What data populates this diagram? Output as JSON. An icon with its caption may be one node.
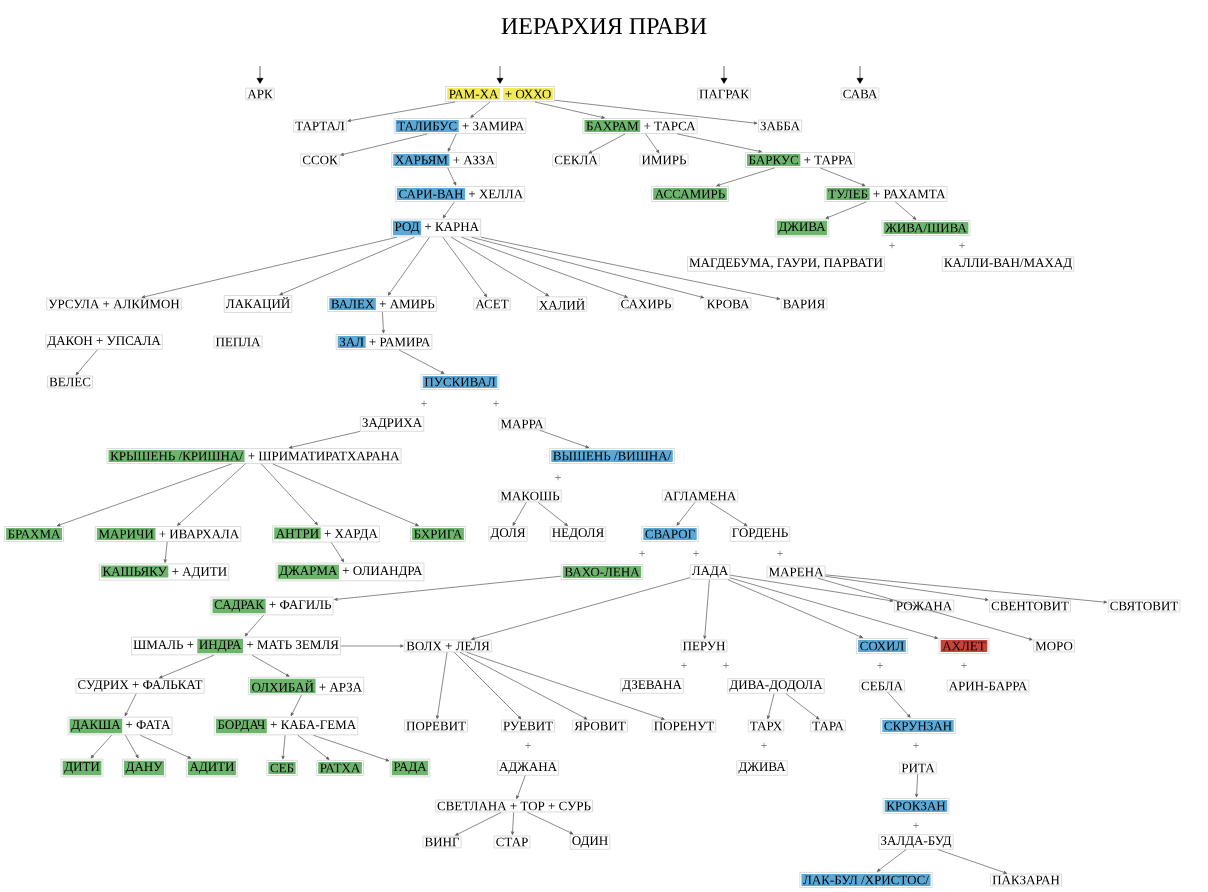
{
  "diagram": {
    "title": "ИЕРАРХИЯ ПРАВИ",
    "nodes": [
      {
        "text": [
          "АРК"
        ]
      },
      {
        "text": [
          "РАМ-ХА",
          "+ ОХХО"
        ]
      },
      {
        "text": [
          "ПАГРАК"
        ]
      },
      {
        "text": [
          "САВА"
        ]
      },
      {
        "text": [
          "ТАРТАЛ"
        ]
      },
      {
        "text": [
          "ТАЛИБУС",
          "+ ЗАМИРА"
        ]
      },
      {
        "text": [
          "БАХРАМ",
          "+ ТАРСА"
        ]
      },
      {
        "text": [
          "ЗАББА"
        ]
      },
      {
        "text": [
          "ССОК"
        ]
      },
      {
        "text": [
          "ХАРЬЯМ",
          "+ АЗЗА"
        ]
      },
      {
        "text": [
          "СЕКЛА"
        ]
      },
      {
        "text": [
          "ИМИРЬ"
        ]
      },
      {
        "text": [
          "БАРКУС",
          "+ ТАРРА"
        ]
      },
      {
        "text": [
          "САРИ-ВАН",
          "+ ХЕЛЛА"
        ]
      },
      {
        "text": [
          "АССАМИРЬ"
        ]
      },
      {
        "text": [
          "ТУЛЕБ",
          "+ РАХАМТА"
        ]
      },
      {
        "text": [
          "РОД",
          "+ КАРНА"
        ]
      },
      {
        "text": [
          "ДЖИВА"
        ]
      },
      {
        "text": [
          "ЖИВА/ШИВА"
        ]
      },
      {
        "text": [
          "МАГДЕБУМА, ГАУРИ, ПАРВАТИ"
        ]
      },
      {
        "text": [
          "КАЛЛИ-ВАН/МАХАД"
        ]
      },
      {
        "text": [
          "УРСУЛА + АЛКИМОН"
        ]
      },
      {
        "text": [
          "ЛАКАЦИЙ"
        ]
      },
      {
        "text": [
          "ВАЛЕХ",
          "+ АМИРЬ"
        ]
      },
      {
        "text": [
          "АСЕТ"
        ]
      },
      {
        "text": [
          "ХАЛИЙ"
        ]
      },
      {
        "text": [
          "САХИРЬ"
        ]
      },
      {
        "text": [
          "КРОВА"
        ]
      },
      {
        "text": [
          "ВАРИЯ"
        ]
      },
      {
        "text": [
          "ДАКОН + УПСАЛА"
        ]
      },
      {
        "text": [
          "ПЕПЛА"
        ]
      },
      {
        "text": [
          "ЗАЛ",
          "+ РАМИРА"
        ]
      },
      {
        "text": [
          "ВЕЛЕС"
        ]
      },
      {
        "text": [
          "ПУСКИВАЛ"
        ]
      },
      {
        "text": [
          "ЗАДРИХА"
        ]
      },
      {
        "text": [
          "МАРРА"
        ]
      },
      {
        "text": [
          "КРЫШЕНЬ /КРИШНА/",
          "+ ШРИМАТИРАТХАРАНА"
        ]
      },
      {
        "text": [
          "ВЫШЕНЬ /ВИШНА/"
        ]
      },
      {
        "text": [
          "МАКОШЬ"
        ]
      },
      {
        "text": [
          "АГЛАМЕНА"
        ]
      },
      {
        "text": [
          "БРАХМА"
        ]
      },
      {
        "text": [
          "МАРИЧИ",
          "+ ИВАРХАЛА"
        ]
      },
      {
        "text": [
          "АНТРИ",
          "+ ХАРДА"
        ]
      },
      {
        "text": [
          "БХРИГА"
        ]
      },
      {
        "text": [
          "ДОЛЯ"
        ]
      },
      {
        "text": [
          "НЕДОЛЯ"
        ]
      },
      {
        "text": [
          "СВАРОГ"
        ]
      },
      {
        "text": [
          "ГОРДЕНЬ"
        ]
      },
      {
        "text": [
          "КАШЬЯКУ",
          "+ АДИТИ"
        ]
      },
      {
        "text": [
          "ДЖАРМА",
          "+ ОЛИАНДРА"
        ]
      },
      {
        "text": [
          "ВАХО-ЛЕНА"
        ]
      },
      {
        "text": [
          "ЛАДА"
        ]
      },
      {
        "text": [
          "МАРЕНА"
        ]
      },
      {
        "text": [
          "САДРАК",
          "+ ФАГИЛЬ"
        ]
      },
      {
        "text": [
          "РОЖАНА"
        ]
      },
      {
        "text": [
          "СВЕНТОВИТ"
        ]
      },
      {
        "text": [
          "СВЯТОВИТ"
        ]
      },
      {
        "text": [
          "ШМАЛЬ +",
          "ИНДРА",
          "+ МАТЬ ЗЕМЛЯ"
        ]
      },
      {
        "text": [
          "ВОЛХ + ЛЕЛЯ"
        ]
      },
      {
        "text": [
          "ПЕРУН"
        ]
      },
      {
        "text": [
          "СОХИЛ"
        ]
      },
      {
        "text": [
          "АХЛЕТ"
        ]
      },
      {
        "text": [
          "МОРО"
        ]
      },
      {
        "text": [
          "СУДРИХ + ФАЛЬКАТ"
        ]
      },
      {
        "text": [
          "ОЛХИБАЙ",
          "+ АРЗА"
        ]
      },
      {
        "text": [
          "ДЗЕВАНА"
        ]
      },
      {
        "text": [
          "ДИВА-ДОДОЛА"
        ]
      },
      {
        "text": [
          "СЕБЛА"
        ]
      },
      {
        "text": [
          "АРИН-БАРРА"
        ]
      },
      {
        "text": [
          "ДАКША",
          "+ ФАТА"
        ]
      },
      {
        "text": [
          "БОРДАЧ",
          "+ КАБА-ГЕМА"
        ]
      },
      {
        "text": [
          "ПОРЕВИТ"
        ]
      },
      {
        "text": [
          "РУЕВИТ"
        ]
      },
      {
        "text": [
          "ЯРОВИТ"
        ]
      },
      {
        "text": [
          "ПОРЕНУТ"
        ]
      },
      {
        "text": [
          "ТАРХ"
        ]
      },
      {
        "text": [
          "ТАРА"
        ]
      },
      {
        "text": [
          "СКРУНЗАН"
        ]
      },
      {
        "text": [
          "ДИТИ"
        ]
      },
      {
        "text": [
          "ДАНУ"
        ]
      },
      {
        "text": [
          "АДИТИ"
        ]
      },
      {
        "text": [
          "СЕБ"
        ]
      },
      {
        "text": [
          "РАТХА"
        ]
      },
      {
        "text": [
          "РАДА"
        ]
      },
      {
        "text": [
          "АДЖАНА"
        ]
      },
      {
        "text": [
          "ДЖИВА"
        ]
      },
      {
        "text": [
          "РИТА"
        ]
      },
      {
        "text": [
          "СВЕТЛАНА + ТОР + СУРЬ"
        ]
      },
      {
        "text": [
          "КРОКЗАН"
        ]
      },
      {
        "text": [
          "ВИНГ"
        ]
      },
      {
        "text": [
          "СТАР"
        ]
      },
      {
        "text": [
          "ОДИН"
        ]
      },
      {
        "text": [
          "ЗАЛДА-БУД"
        ]
      },
      {
        "text": [
          "ЛАК-БУЛ /ХРИСТОС/"
        ]
      },
      {
        "text": [
          "ПАКЗАРАН"
        ]
      }
    ],
    "edges": [
      {
        "from": null,
        "to": 0,
        "arrow": "to"
      },
      {
        "from": null,
        "to": 1,
        "arrow": "to"
      },
      {
        "from": null,
        "to": 2,
        "arrow": "to"
      },
      {
        "from": null,
        "to": 3,
        "arrow": "to"
      },
      {
        "from": 1,
        "to": 4,
        "arrow": "to"
      },
      {
        "from": 1,
        "to": 5,
        "arrow": "to"
      },
      {
        "from": 1,
        "to": 6,
        "arrow": "to"
      },
      {
        "from": 1,
        "to": 7,
        "arrow": "to"
      },
      {
        "from": 5,
        "to": 8,
        "arrow": "to"
      },
      {
        "from": 5,
        "to": 9,
        "arrow": "to"
      },
      {
        "from": 6,
        "to": 10,
        "arrow": "to"
      },
      {
        "from": 6,
        "to": 11,
        "arrow": "to"
      },
      {
        "from": 6,
        "to": 12,
        "arrow": "to"
      },
      {
        "from": 9,
        "to": 13,
        "arrow": "to"
      },
      {
        "from": 13,
        "to": 16,
        "arrow": "to"
      },
      {
        "from": 12,
        "to": 14,
        "arrow": "to"
      },
      {
        "from": 12,
        "to": 15,
        "arrow": "to"
      },
      {
        "from": 15,
        "to": 17,
        "arrow": "to"
      },
      {
        "from": 15,
        "to": 18,
        "arrow": "to"
      },
      {
        "from": 16,
        "to": 21,
        "arrow": "to"
      },
      {
        "from": 16,
        "to": 22,
        "arrow": "to"
      },
      {
        "from": 16,
        "to": 23,
        "arrow": "to"
      },
      {
        "from": 16,
        "to": 24,
        "arrow": "to"
      },
      {
        "from": 16,
        "to": 25,
        "arrow": "to"
      },
      {
        "from": 16,
        "to": 26,
        "arrow": "to"
      },
      {
        "from": 16,
        "to": 27,
        "arrow": "to"
      },
      {
        "from": 16,
        "to": 28,
        "arrow": "to"
      },
      {
        "from": 29,
        "to": 32,
        "arrow": "to"
      },
      {
        "from": 23,
        "to": 31,
        "arrow": "to"
      },
      {
        "from": 31,
        "to": 33,
        "arrow": "to"
      },
      {
        "from": 34,
        "to": 36,
        "arrow": "to"
      },
      {
        "from": 35,
        "to": 37,
        "arrow": "to"
      },
      {
        "from": 36,
        "to": 40,
        "arrow": "to"
      },
      {
        "from": 36,
        "to": 41,
        "arrow": "to"
      },
      {
        "from": 36,
        "to": 42,
        "arrow": "to"
      },
      {
        "from": 36,
        "to": 43,
        "arrow": "to"
      },
      {
        "from": 38,
        "to": 44,
        "arrow": "to"
      },
      {
        "from": 38,
        "to": 45,
        "arrow": "to"
      },
      {
        "from": 39,
        "to": 46,
        "arrow": "to"
      },
      {
        "from": 39,
        "to": 47,
        "arrow": "to"
      },
      {
        "from": 41,
        "to": 48,
        "arrow": "to"
      },
      {
        "from": 42,
        "to": 49,
        "arrow": "to"
      },
      {
        "from": 50,
        "to": 53,
        "arrow": "to"
      },
      {
        "from": 53,
        "to": 57,
        "arrow": "to"
      },
      {
        "from": 57,
        "to": 58,
        "arrow": "to"
      },
      {
        "from": 57,
        "to": 63,
        "arrow": "to"
      },
      {
        "from": 57,
        "to": 64,
        "arrow": "to"
      },
      {
        "from": 63,
        "to": 69,
        "arrow": "to"
      },
      {
        "from": 69,
        "to": 78,
        "arrow": "to"
      },
      {
        "from": 69,
        "to": 79,
        "arrow": "to"
      },
      {
        "from": 69,
        "to": 80,
        "arrow": "to"
      },
      {
        "from": 64,
        "to": 70,
        "arrow": "to"
      },
      {
        "from": 70,
        "to": 81,
        "arrow": "to"
      },
      {
        "from": 70,
        "to": 82,
        "arrow": "to"
      },
      {
        "from": 70,
        "to": 83,
        "arrow": "to"
      },
      {
        "from": 51,
        "to": 58,
        "arrow": "to"
      },
      {
        "from": 51,
        "to": 59,
        "arrow": "to"
      },
      {
        "from": 51,
        "to": 60,
        "arrow": "to"
      },
      {
        "from": 51,
        "to": 61,
        "arrow": "to"
      },
      {
        "from": 51,
        "to": 54,
        "arrow": "to"
      },
      {
        "from": 52,
        "to": 55,
        "arrow": "to"
      },
      {
        "from": 52,
        "to": 56,
        "arrow": "to"
      },
      {
        "from": 52,
        "to": 62,
        "arrow": "to"
      },
      {
        "from": 58,
        "to": 71,
        "arrow": "to"
      },
      {
        "from": 58,
        "to": 72,
        "arrow": "to"
      },
      {
        "from": 58,
        "to": 73,
        "arrow": "to"
      },
      {
        "from": 58,
        "to": 74,
        "arrow": "to"
      },
      {
        "from": 84,
        "to": 87,
        "arrow": "to"
      },
      {
        "from": 87,
        "to": 89,
        "arrow": "to"
      },
      {
        "from": 87,
        "to": 90,
        "arrow": "to"
      },
      {
        "from": 87,
        "to": 91,
        "arrow": "to"
      },
      {
        "from": 66,
        "to": 75,
        "arrow": "to"
      },
      {
        "from": 66,
        "to": 76,
        "arrow": "to"
      },
      {
        "from": 67,
        "to": 77,
        "arrow": "to"
      },
      {
        "from": 86,
        "to": 88,
        "arrow": "to"
      },
      {
        "from": 92,
        "to": 93,
        "arrow": "to"
      },
      {
        "from": 92,
        "to": 94,
        "arrow": "to"
      }
    ],
    "labels": [
      "+",
      "+",
      "+",
      "+",
      "+",
      "+",
      "+",
      "+",
      "+",
      "+",
      "+",
      "+",
      "+",
      "+",
      "+",
      "+"
    ]
  }
}
